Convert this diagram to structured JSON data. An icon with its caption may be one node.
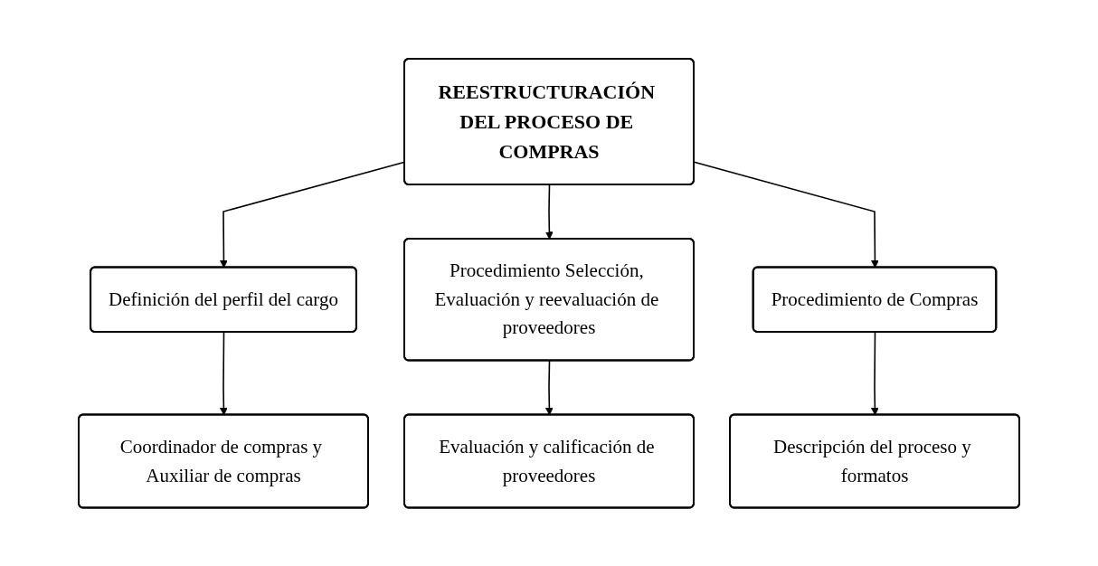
{
  "diagram": {
    "nodes": [
      {
        "text": [
          "REESTRUCTURACIÓN DEL PROCESO DE COMPRAS"
        ]
      },
      {
        "text": [
          "Definición del perfil del cargo"
        ]
      },
      {
        "text": [
          "Procedimiento Selección, Evaluación y reevaluación de proveedores"
        ]
      },
      {
        "text": [
          "Procedimiento de Compras"
        ]
      },
      {
        "text": [
          "Coordinador de compras y Auxiliar de compras"
        ]
      },
      {
        "text": [
          "Evaluación y calificación de proveedores"
        ]
      },
      {
        "text": [
          "Descripción del proceso y formatos"
        ]
      }
    ],
    "edges": [
      {
        "from": 0,
        "to": 1,
        "arrow": "to"
      },
      {
        "from": 0,
        "to": 2,
        "arrow": "to"
      },
      {
        "from": 0,
        "to": 3,
        "arrow": "to"
      },
      {
        "from": 1,
        "to": 4,
        "arrow": "to"
      },
      {
        "from": 2,
        "to": 5,
        "arrow": "to"
      },
      {
        "from": 3,
        "to": 6,
        "arrow": "to"
      }
    ]
  }
}
